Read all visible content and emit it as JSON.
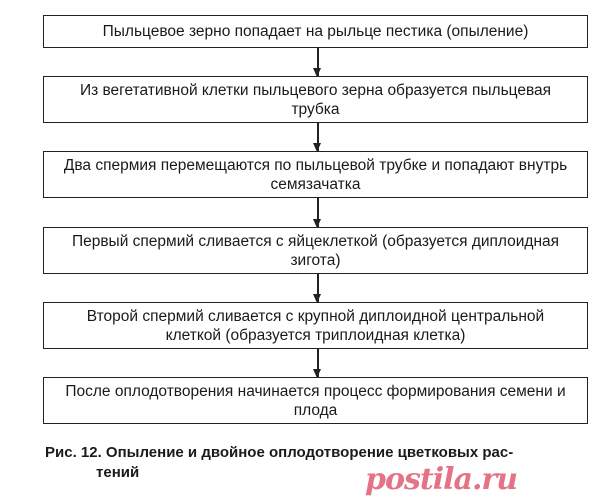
{
  "steps": [
    "Пыльцевое зерно попадает на рыльце пестика (опыление)",
    "Из вегетативной клетки пыльцевого зерна образуется пыльцевая трубка",
    "Два спермия перемещаются по пыльцевой трубке и попадают внутрь семязачатка",
    "Первый спермий сливается с яйцеклеткой (образуется диплоидная зигота)",
    "Второй спермий сливается с крупной диплоидной центральной клеткой (образуется триплоидная клетка)",
    "После оплодотворения начинается процесс формирования семени и плода"
  ],
  "caption": {
    "line1": "Рис. 12. Опыление и двойное оплодотворение цветковых рас-",
    "line2": "тений"
  },
  "watermark": "postila.ru",
  "colors": {
    "watermark": "#de5a70",
    "line": "#222222"
  }
}
